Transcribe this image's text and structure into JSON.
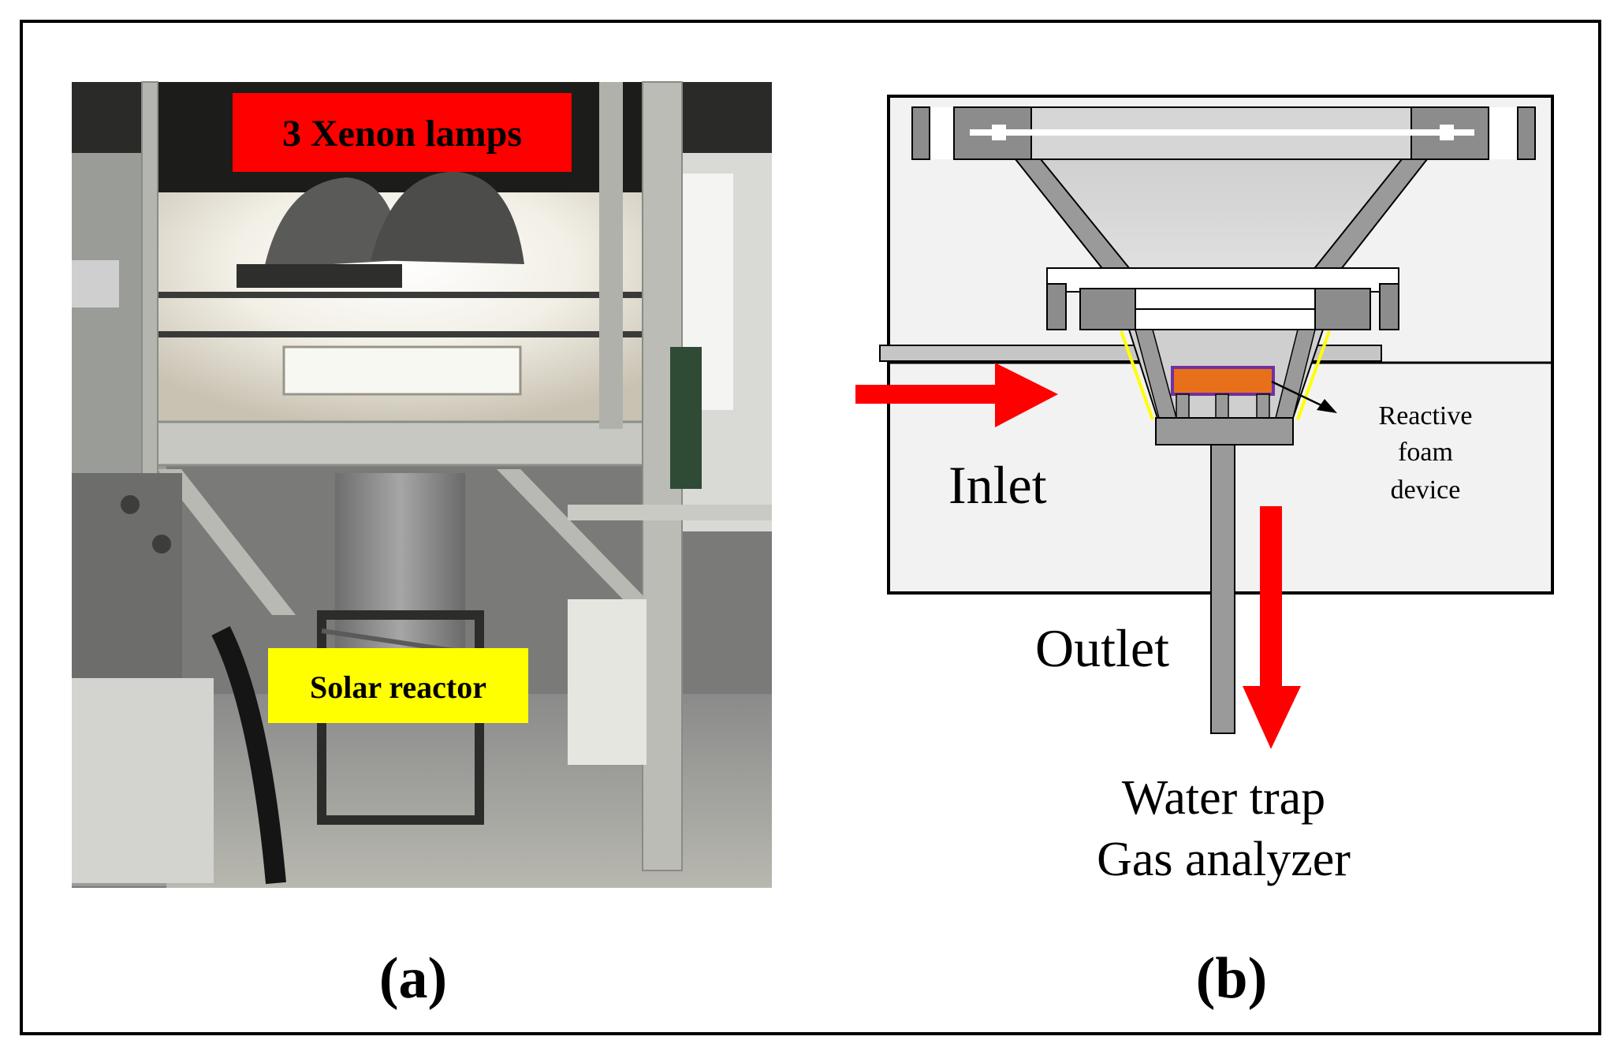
{
  "panel_a": {
    "lamp_label": "3 Xenon lamps",
    "reactor_label": "Solar reactor",
    "caption": "(a)"
  },
  "panel_b": {
    "inlet_label": "Inlet",
    "outlet_label": "Outlet",
    "device_label_line1": "Reactive",
    "device_label_line2": "foam",
    "device_label_line3": "device",
    "downstream_line1": "Water trap",
    "downstream_line2": "Gas analyzer",
    "caption": "(b)"
  },
  "colors": {
    "arrow_red": "#ff0000",
    "lamp_label_bg": "#ff0000",
    "reactor_label_bg": "#ffff00",
    "foam_orange": "#e8701a",
    "foam_border": "#7030a0",
    "seal_yellow": "#ffff00"
  }
}
